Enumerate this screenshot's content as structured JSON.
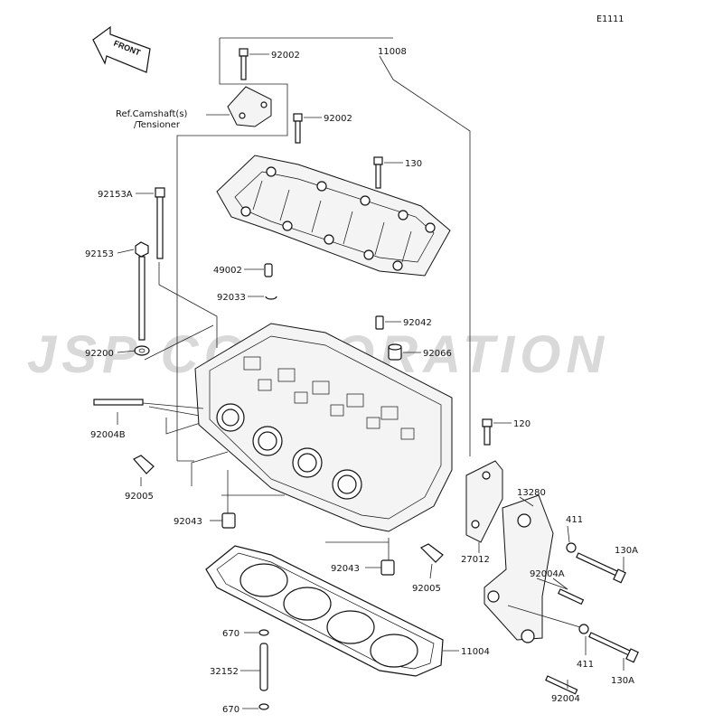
{
  "diagram_code": "E1111",
  "front_label": "FRONT",
  "watermark": "JSP CORPORATION",
  "reference_note": [
    "Ref.Camshaft(s)",
    "/Tensioner"
  ],
  "part_labels": {
    "p92002_top": "92002",
    "p11008": "11008",
    "p92002_mid": "92002",
    "p130": "130",
    "p92153A": "92153A",
    "p92153": "92153",
    "p49002": "49002",
    "p92033": "92033",
    "p92042": "92042",
    "p92200": "92200",
    "p92066": "92066",
    "p120": "120",
    "p92004B": "92004B",
    "p92005_left": "92005",
    "p13280": "13280",
    "p92043_left": "92043",
    "p411_top": "411",
    "p130A_top": "130A",
    "p27012": "27012",
    "p92043_mid": "92043",
    "p92004A": "92004A",
    "p92005_mid": "92005",
    "p670_top": "670",
    "p11004": "11004",
    "p411_bottom": "411",
    "p32152": "32152",
    "p130A_bottom": "130A",
    "p670_bottom": "670",
    "p92004": "92004"
  }
}
